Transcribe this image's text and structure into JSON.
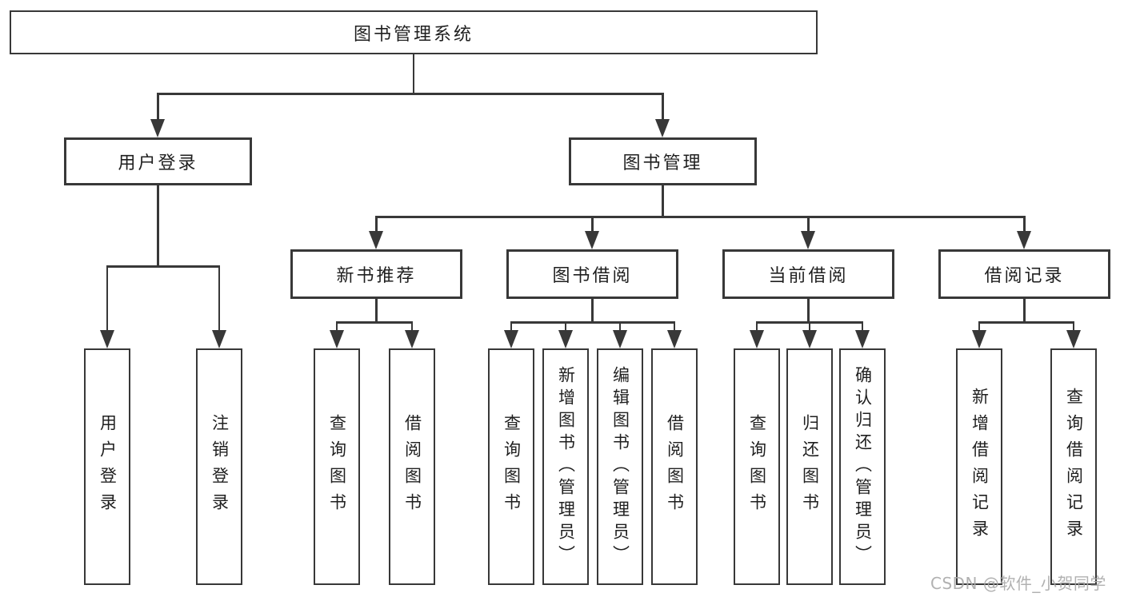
{
  "title": "图书管理系统",
  "watermark": "CSDN @软件_小贺同学",
  "colors": {
    "line": "#383838",
    "text": "#1f1f1f",
    "background": "#ffffff",
    "watermark": "#a8a8a8"
  },
  "diagram_type": "hierarchy-tree",
  "tree": {
    "label": "图书管理系统",
    "children": [
      {
        "label": "用户登录",
        "children": [
          {
            "label": "用户登录"
          },
          {
            "label": "注销登录"
          }
        ]
      },
      {
        "label": "图书管理",
        "children": [
          {
            "label": "新书推荐",
            "children": [
              {
                "label": "查询图书"
              },
              {
                "label": "借阅图书"
              }
            ]
          },
          {
            "label": "图书借阅",
            "children": [
              {
                "label": "查询图书"
              },
              {
                "label": "新增图书（管理员）"
              },
              {
                "label": "编辑图书（管理员）"
              },
              {
                "label": "借阅图书"
              }
            ]
          },
          {
            "label": "当前借阅",
            "children": [
              {
                "label": "查询图书"
              },
              {
                "label": "归还图书"
              },
              {
                "label": "确认归还（管理员）"
              }
            ]
          },
          {
            "label": "借阅记录",
            "children": [
              {
                "label": "新增借阅记录"
              },
              {
                "label": "查询借阅记录"
              }
            ]
          }
        ]
      }
    ]
  }
}
